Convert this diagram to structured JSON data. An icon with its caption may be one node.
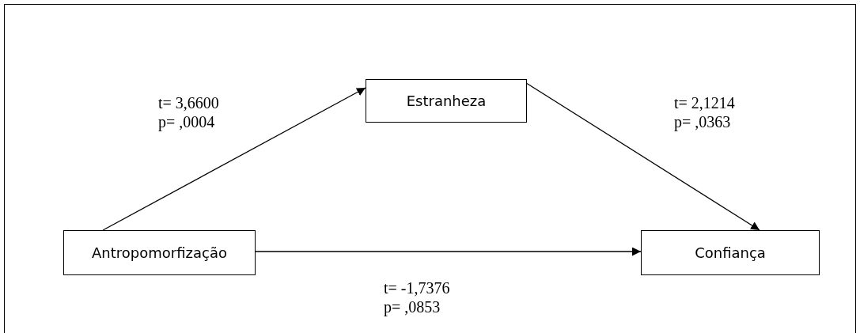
{
  "diagram": {
    "nodes": [
      {
        "text": [
          "Antropomorfização"
        ]
      },
      {
        "text": [
          "Estranheza"
        ]
      },
      {
        "text": [
          "Confiança"
        ]
      }
    ],
    "edges": [
      {
        "from": 0,
        "to": 1,
        "arrow": "to",
        "label": "t= 3,6600 p= ,0004"
      },
      {
        "from": 1,
        "to": 2,
        "arrow": "to",
        "label": "t= 2,1214 p= ,0363"
      },
      {
        "from": 0,
        "to": 2,
        "arrow": "to",
        "label": "t= -1,7376 p= ,0853"
      }
    ]
  }
}
